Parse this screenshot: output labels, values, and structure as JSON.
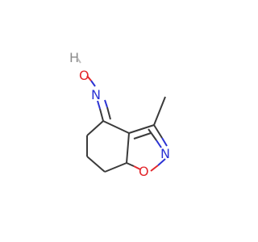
{
  "molecule": {
    "atoms": {
      "hydroxyl_h": "H",
      "hydroxyl_o": "O",
      "oxime_n": "N",
      "ring_n": "N",
      "ring_o": "O"
    },
    "colors": {
      "carbon_bond": "#3a3a3a",
      "oxygen": "#e2262b",
      "nitrogen": "#2b33d4",
      "hydrogen": "#8a8a8a"
    }
  }
}
